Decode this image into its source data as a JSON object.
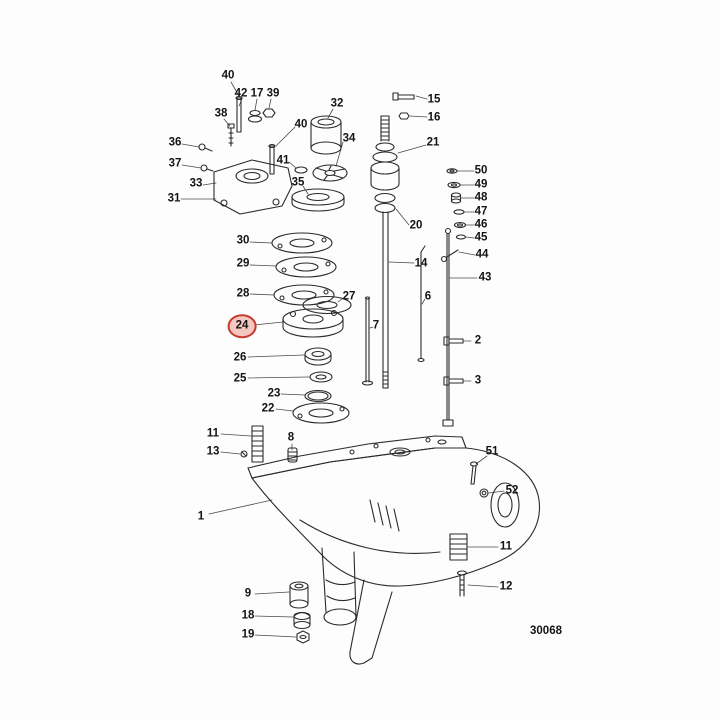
{
  "diagram": {
    "drawing_number": "30068",
    "highlighted_part": "24",
    "highlight_stroke": "#c63a2d",
    "highlight_fill": "#f6c6c1",
    "line_color": "#2b2b2b"
  },
  "labels": [
    {
      "text": "40"
    },
    {
      "text": "42"
    },
    {
      "text": "17"
    },
    {
      "text": "39"
    },
    {
      "text": "38"
    },
    {
      "text": "40"
    },
    {
      "text": "32"
    },
    {
      "text": "15"
    },
    {
      "text": "16"
    },
    {
      "text": "34"
    },
    {
      "text": "36"
    },
    {
      "text": "21"
    },
    {
      "text": "37"
    },
    {
      "text": "41"
    },
    {
      "text": "33"
    },
    {
      "text": "50"
    },
    {
      "text": "49"
    },
    {
      "text": "48"
    },
    {
      "text": "31"
    },
    {
      "text": "35"
    },
    {
      "text": "47"
    },
    {
      "text": "46"
    },
    {
      "text": "20"
    },
    {
      "text": "45"
    },
    {
      "text": "30"
    },
    {
      "text": "44"
    },
    {
      "text": "29"
    },
    {
      "text": "14"
    },
    {
      "text": "43"
    },
    {
      "text": "28"
    },
    {
      "text": "27"
    },
    {
      "text": "6"
    },
    {
      "text": "7"
    },
    {
      "text": "24"
    },
    {
      "text": "2"
    },
    {
      "text": "26"
    },
    {
      "text": "25"
    },
    {
      "text": "3"
    },
    {
      "text": "23"
    },
    {
      "text": "22"
    },
    {
      "text": "11"
    },
    {
      "text": "8"
    },
    {
      "text": "13"
    },
    {
      "text": "51"
    },
    {
      "text": "52"
    },
    {
      "text": "1"
    },
    {
      "text": "11"
    },
    {
      "text": "9"
    },
    {
      "text": "12"
    },
    {
      "text": "18"
    },
    {
      "text": "19"
    }
  ]
}
